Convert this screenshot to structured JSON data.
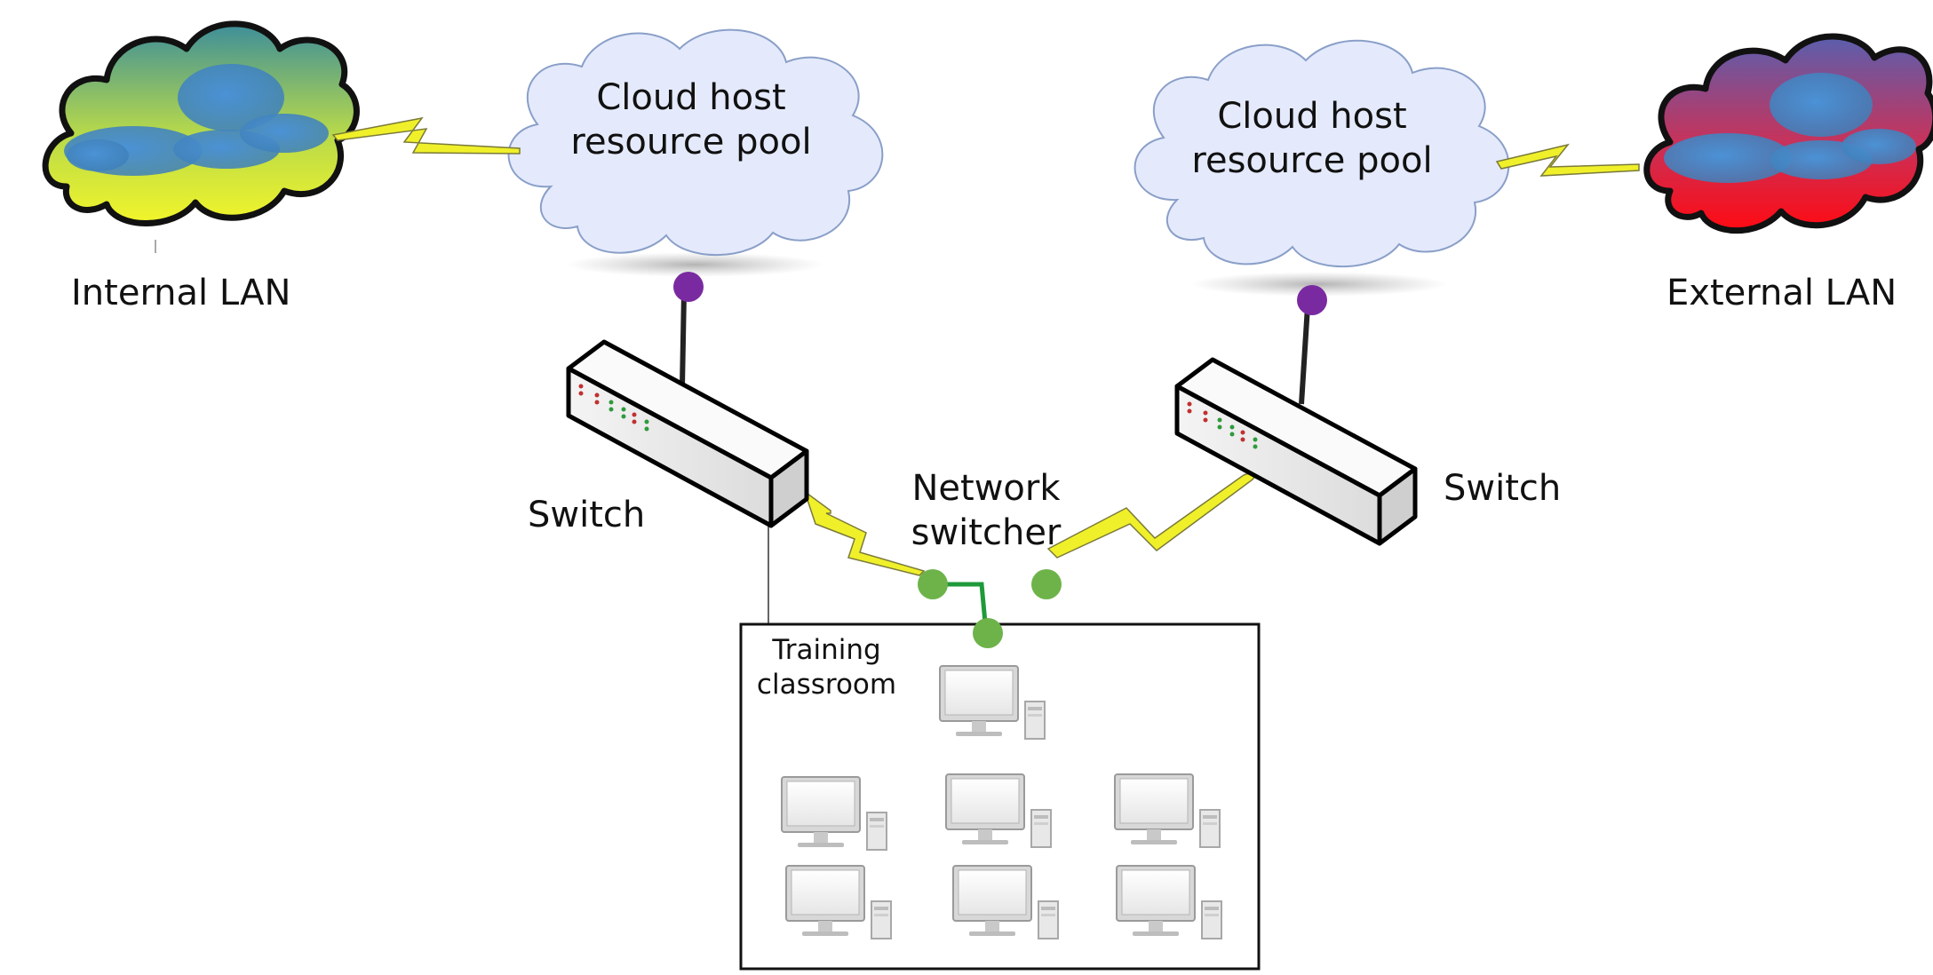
{
  "labels": {
    "internal_lan": "Internal LAN",
    "external_lan": "External LAN",
    "cloud_left_line1": "Cloud host",
    "cloud_left_line2": "resource pool",
    "cloud_right_line1": "Cloud host",
    "cloud_right_line2": "resource pool",
    "switch_left": "Switch",
    "switch_right": "Switch",
    "network_switcher_line1": "Network",
    "network_switcher_line2": "switcher",
    "classroom_line1": "Training",
    "classroom_line2": "classroom"
  },
  "colors": {
    "cloud_fill": "#e4eafc",
    "cloud_stroke": "#8a9fc8",
    "internal_lan_fill": "#e9f229",
    "external_lan_fill": "#f4121b",
    "lan_blue": "#4f8fd0",
    "bolt": "#f0f02a",
    "node_purple": "#7a2aa0",
    "node_green": "#6db34a",
    "link_green": "#1f9a3a"
  },
  "icons": {
    "lan_cloud": "cloud-icon",
    "resource_cloud": "cloud-icon",
    "switch": "network-switch-icon",
    "computer": "desktop-computer-icon"
  }
}
